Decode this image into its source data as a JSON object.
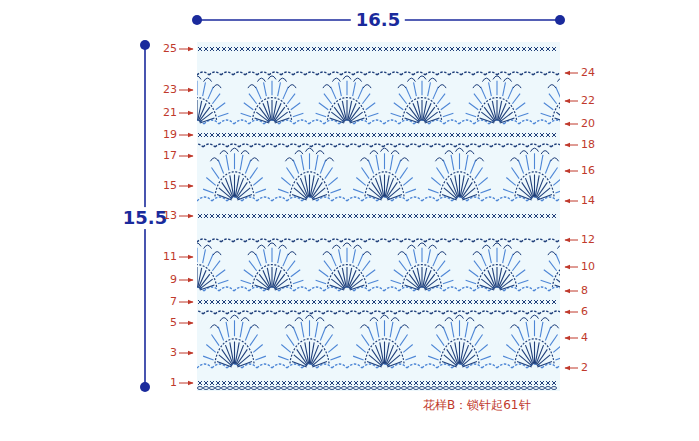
{
  "diagram": {
    "labels": [
      "16.5",
      "15.5",
      "25",
      "24",
      "23",
      "22",
      "21",
      "20",
      "19",
      "18",
      "17",
      "16",
      "15",
      "14",
      "13",
      "12",
      "11",
      "10",
      "9",
      "8",
      "7",
      "6",
      "5",
      "4",
      "3",
      "2",
      "1",
      "花样B：锁针起61针"
    ]
  }
}
